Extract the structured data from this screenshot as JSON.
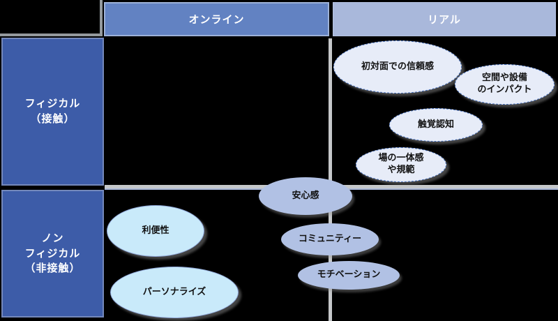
{
  "diagram": {
    "title_hint": "online-vs-real physical/non-physical matrix",
    "col_headers": [
      {
        "label": "オンライン"
      },
      {
        "label": "リアル"
      }
    ],
    "row_headers": [
      {
        "lines": [
          "フィジカル",
          "（接触）"
        ]
      },
      {
        "lines": [
          "ノン",
          "フィジカル",
          "（非接触）"
        ]
      }
    ],
    "bubbles": {
      "first_impression_trust": {
        "label": "初対面での信頼感",
        "quadrant": "real-physical",
        "style": "dashed"
      },
      "space_facility_impact": {
        "lines": [
          "空間や設備",
          "のインパクト"
        ],
        "quadrant": "real-physical",
        "style": "dashed"
      },
      "tactile_perception": {
        "label": "触覚認知",
        "quadrant": "real-physical",
        "style": "dashed"
      },
      "group_unity_norms": {
        "lines": [
          "場の一体感",
          "や規範"
        ],
        "quadrant": "real-physical",
        "style": "dashed"
      },
      "sense_of_security": {
        "label": "安心感",
        "quadrant": "boundary-center",
        "style": "solid"
      },
      "community": {
        "label": "コミュニティー",
        "quadrant": "boundary-center",
        "style": "solid"
      },
      "motivation": {
        "label": "モチベーション",
        "quadrant": "boundary-center",
        "style": "solid"
      },
      "convenience": {
        "label": "利便性",
        "quadrant": "online-nonphysical",
        "style": "cyan"
      },
      "personalization": {
        "label": "パーソナライズ",
        "quadrant": "online-nonphysical",
        "style": "cyan"
      }
    },
    "colors": {
      "background": "#000000",
      "header_online_bg": "#6282c2",
      "header_real_bg": "#a9b8db",
      "row_label_bg": "#3d5ca8",
      "row_label_border": "#7488bb",
      "dashed_bubble_fill": "#e7ecf8",
      "dashed_bubble_border": "#4f79c8",
      "solid_bubble_fill": "#b1c1e4",
      "cyan_bubble_fill": "#c9eafa",
      "cyan_bubble_border": "#8ea6d8",
      "grid_line_gray": "#c6c8ca",
      "grid_line_blue": "#a9b7d9",
      "header_text": "#ffffff",
      "bubble_text": "#111111"
    }
  }
}
